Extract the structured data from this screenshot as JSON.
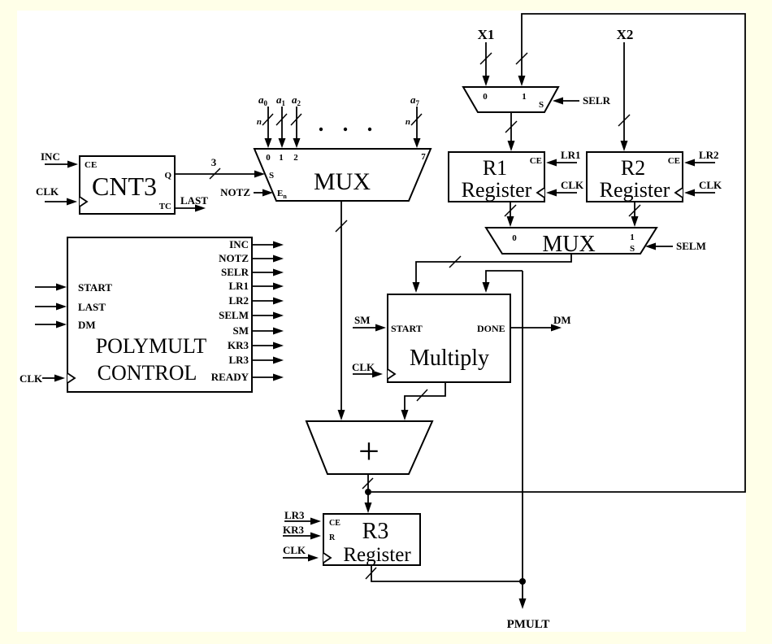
{
  "colors": {
    "page_bg": "#ffffe8",
    "canvas_bg": "#ffffff",
    "ink": "#000000"
  },
  "inputs": {
    "x1": "X1",
    "x2": "X2"
  },
  "coeff": {
    "base": "a",
    "subs": [
      "0",
      "1",
      "2",
      "7"
    ],
    "width_label": "n"
  },
  "cnt3": {
    "title": "CNT3",
    "ce": "CE",
    "q": "Q",
    "tc": "TC",
    "inc_signal": "INC",
    "clk_signal": "CLK",
    "tc_signal": "LAST",
    "q_width": "3"
  },
  "mux8": {
    "title": "MUX",
    "ports": [
      "0",
      "1",
      "2",
      "7"
    ],
    "s": "S",
    "en_base": "E",
    "en_sub": "n",
    "en_signal": "NOTZ"
  },
  "selr_mux": {
    "port0": "0",
    "port1": "1",
    "s": "S",
    "select_signal": "SELR"
  },
  "selm_mux": {
    "title": "MUX",
    "port0": "0",
    "port1": "1",
    "s": "S",
    "select_signal": "SELM"
  },
  "r1": {
    "title": "R1",
    "subtitle": "Register",
    "ce": "CE",
    "ce_signal": "LR1",
    "clk_signal": "CLK"
  },
  "r2": {
    "title": "R2",
    "subtitle": "Register",
    "ce": "CE",
    "ce_signal": "LR2",
    "clk_signal": "CLK"
  },
  "r3": {
    "title": "R3",
    "subtitle": "Register",
    "ce": "CE",
    "r": "R",
    "ce_signal": "LR3",
    "r_signal": "KR3",
    "clk_signal": "CLK"
  },
  "control": {
    "title_line1": "POLYMULT",
    "title_line2": "CONTROL",
    "input_signals": [
      "START",
      "LAST",
      "DM"
    ],
    "clk_signal": "CLK",
    "output_signals": [
      "INC",
      "NOTZ",
      "SELR",
      "LR1",
      "LR2",
      "SELM",
      "SM",
      "KR3",
      "LR3",
      "READY"
    ]
  },
  "multiply": {
    "title": "Multiply",
    "start_port": "START",
    "done_port": "DONE",
    "start_signal": "SM",
    "clk_signal": "CLK",
    "done_signal": "DM"
  },
  "adder": {
    "symbol": "+"
  },
  "result": {
    "label": "PMULT"
  }
}
